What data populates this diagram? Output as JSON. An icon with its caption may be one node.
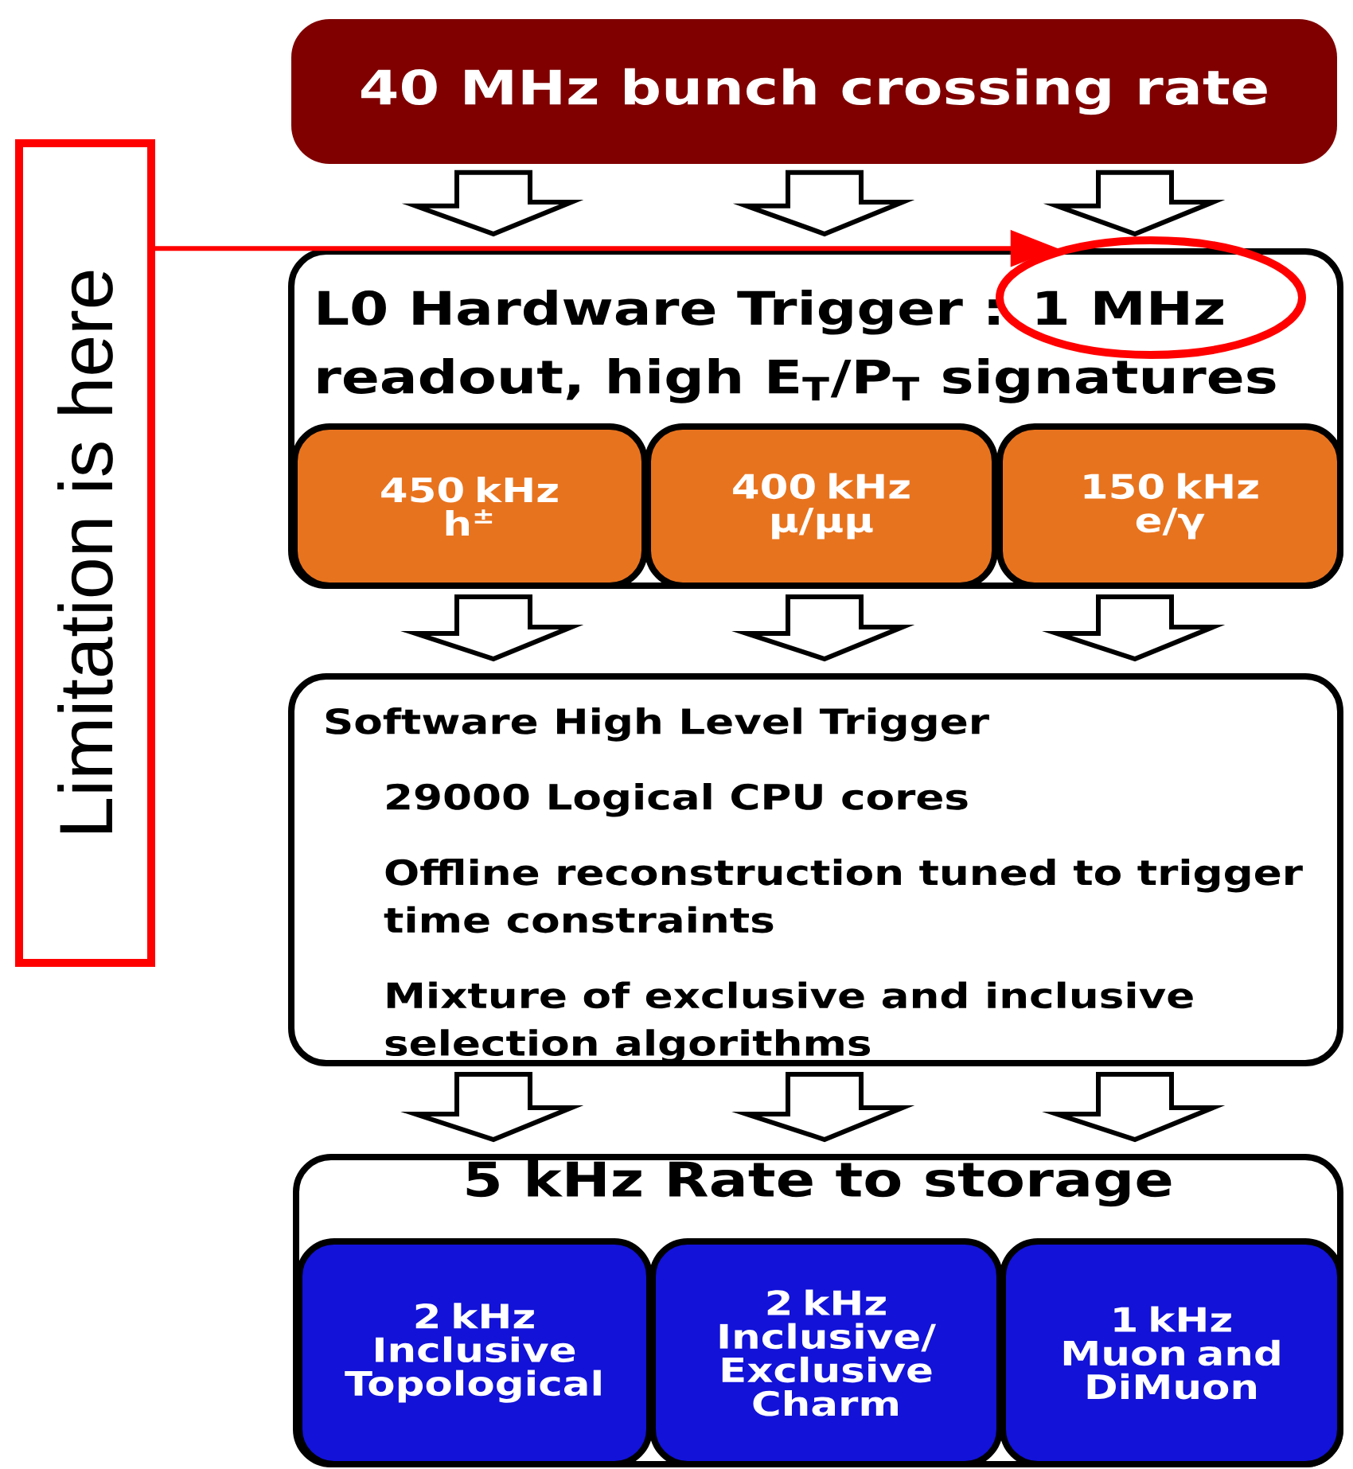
{
  "diagram": {
    "nodes": [
      {
        "text": [
          "40 MHz bunch crossing rate"
        ]
      },
      {
        "text": [
          "L0 Hardware Trigger : 1 MHz readout, high E$_{T}$/P$_{T}$ signatures"
        ]
      },
      {
        "text": [
          "450 kHz",
          "h$^{±}$"
        ],
        "in": 1
      },
      {
        "text": [
          "400 kHz",
          "μ/μμ"
        ],
        "in": 1
      },
      {
        "text": [
          "150 kHz",
          "e/γ"
        ],
        "in": 1
      },
      {
        "text": [
          "Software High Level Trigger",
          "29000 Logical CPU cores",
          "Offline reconstruction tuned to trigger time constraints",
          "Mixture of exclusive and inclusive selection algorithms"
        ]
      },
      {
        "text": [
          "5 kHz Rate to storage"
        ]
      },
      {
        "text": [
          "2 kHz",
          "Inclusive Topological"
        ],
        "in": 6
      },
      {
        "text": [
          "2 kHz",
          "Inclusive/ Exclusive Charm"
        ],
        "in": 6
      },
      {
        "text": [
          "1 kHz",
          "Muon and DiMuon"
        ],
        "in": 6
      },
      {
        "text": [
          "Limitation is here"
        ]
      },
      {
        "text": [],
        "shape": "ellipse"
      }
    ],
    "edges": [
      {
        "from": 0,
        "to": 1,
        "arrow": "to"
      },
      {
        "from": 0,
        "to": 1,
        "arrow": "to"
      },
      {
        "from": 0,
        "to": 1,
        "arrow": "to"
      },
      {
        "from": 2,
        "to": 5,
        "arrow": "to"
      },
      {
        "from": 3,
        "to": 5,
        "arrow": "to"
      },
      {
        "from": 4,
        "to": 5,
        "arrow": "to"
      },
      {
        "from": 5,
        "to": 6,
        "arrow": "to"
      },
      {
        "from": 5,
        "to": 6,
        "arrow": "to"
      },
      {
        "from": 5,
        "to": 6,
        "arrow": "to"
      },
      {
        "from": 10,
        "to": 11,
        "arrow": "to",
        "color": "#ff0000"
      }
    ]
  }
}
